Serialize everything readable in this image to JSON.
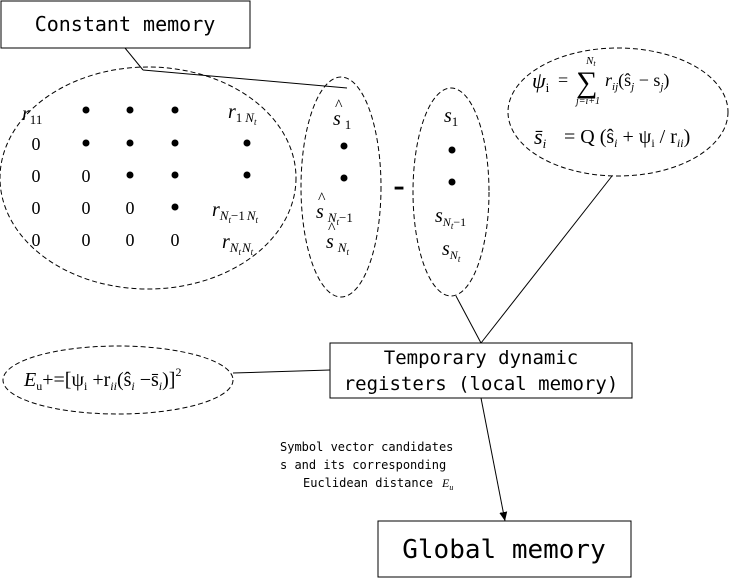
{
  "boxes": {
    "constant_memory": "Constant memory",
    "temporary_registers_line1": "Temporary dynamic",
    "temporary_registers_line2": "registers (local memory)",
    "global_memory": "Global memory"
  },
  "matrix": {
    "r11": "r",
    "r11_sub": "11",
    "r1Nt": "r",
    "r1Nt_sub": "1",
    "r1Nt_sub2": "N",
    "r1Nt_sub3": "t",
    "rNt1Nt": "r",
    "rNt1Nt_sub_a": "N",
    "rNt1Nt_sub_b": "t",
    "rNt1Nt_sub_c": "−1",
    "rNt1Nt_sub_d": "N",
    "rNt1Nt_sub_e": "t",
    "rNtNt": "r",
    "rNtNt_sub_a": "N",
    "rNtNt_sub_b": "t",
    "rNtNt_sub_c": "N",
    "rNtNt_sub_d": "t",
    "zero": "0"
  },
  "shat_vector": {
    "s": "s",
    "hat": "^",
    "sub1": "1",
    "subNt1_a": "N",
    "subNt1_b": "t",
    "subNt1_c": "−1",
    "subNt_a": "N",
    "subNt_b": "t"
  },
  "s_vector": {
    "s": "s",
    "sub1": "1",
    "subNt1_a": "N",
    "subNt1_b": "t",
    "subNt1_c": "−1",
    "subNt_a": "N",
    "subNt_b": "t"
  },
  "minus_sign": "-",
  "formulas": {
    "psi_lhs": "ψ",
    "psi_sub": "i",
    "eq": "=",
    "sum": "∑",
    "sum_top": "N",
    "sum_top_sub": "t",
    "sum_bottom": "j=i+1",
    "psi_rhs_r": "r",
    "psi_rhs_r_sub": "ij",
    "psi_rhs_paren": "(ŝ",
    "psi_rhs_j": "j",
    "psi_rhs_minus": " − s",
    "psi_rhs_j2": "j",
    "psi_rhs_close": ")",
    "sbar": "s̄",
    "sbar_sub": "i",
    "sbar_rhs": "= Q (ŝ",
    "sbar_rhs_i": "i",
    "sbar_rhs_plus": " + ψ",
    "sbar_rhs_i2": "i",
    "sbar_rhs_div": " / r",
    "sbar_rhs_ii": "ii",
    "sbar_rhs_close": ")",
    "energy": "E",
    "energy_sub": "u",
    "energy_op": "+=[ψ",
    "energy_sub_i": "i",
    "energy_plus": " +r",
    "energy_ii": "ii",
    "energy_paren": "(ŝ",
    "energy_i": "i",
    "energy_minus": " −s̄",
    "energy_i2": "i",
    "energy_close": ")]",
    "energy_sq": "2"
  },
  "arrow_label": {
    "line1": "Symbol vector candidates",
    "line2": "s and its corresponding",
    "line3": "Euclidean distance",
    "line3_sym": "E",
    "line3_sym_sub": "u"
  }
}
